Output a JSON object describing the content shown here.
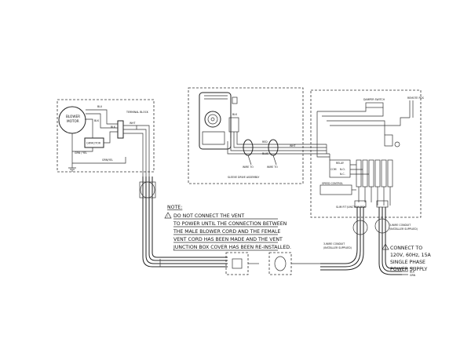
{
  "blower": {
    "motor_line1": "BLOWER",
    "motor_line2": "MOTOR",
    "capacitor": "CAPACITOR",
    "terminal_block": "TERMINAL BLOCK",
    "wire_blu": "BLU",
    "wire_blk": "BLK",
    "wire_wht": "WHT",
    "wire_grn": "GRN/YEL",
    "wire_grn_pe": "GRN / YEL"
  },
  "sleeve": {
    "wire_red": "RED",
    "wire_blue": "BLUE",
    "wire_wht": "WHT",
    "wire_blk": "BLK",
    "wire_to_a": "WIRE TO",
    "wire_to_b": "WIRE TO",
    "assembly": "SLEEVE DRIVE ASSEMBLY"
  },
  "junction": {
    "remote_pos": "REMOTE POS",
    "damper_switch": "DAMPER SWITCH",
    "relay": "RELAY",
    "com": "COM",
    "no": "N.O.",
    "nc": "N.C.",
    "speed_control": "SPEED CONTROL",
    "title": "SLIM FIT JUNCTION BOX",
    "conduit_a": "3-WIRE CONDUIT",
    "conduit_a2": "(INSTALLER SUPPLIED)",
    "conduit_b": "3-WIRE CONDUIT",
    "conduit_b2": "(INSTALLER SUPPLIED)"
  },
  "note": {
    "heading": "NOTE:",
    "line1": "DO NOT CONNECT THE VENT",
    "line2": "TO POWER UNTIL THE CONNECTION BETWEEN",
    "line3": "THE MALE BLOWER CORD AND THE FEMALE",
    "line4": "VENT CORD HAS BEEN MADE AND THE VENT",
    "line5": "JUNCTION BOX COVER HAS BEEN RE-INSTALLED."
  },
  "power": {
    "line1": "CONNECT TO",
    "line2": "120V, 60Hz, 15A",
    "line3": "SINGLE PHASE",
    "line4": "POWER SUPPLY"
  },
  "legend": {
    "wht": "WHT",
    "blk": "BLK",
    "grn": "GRN"
  }
}
